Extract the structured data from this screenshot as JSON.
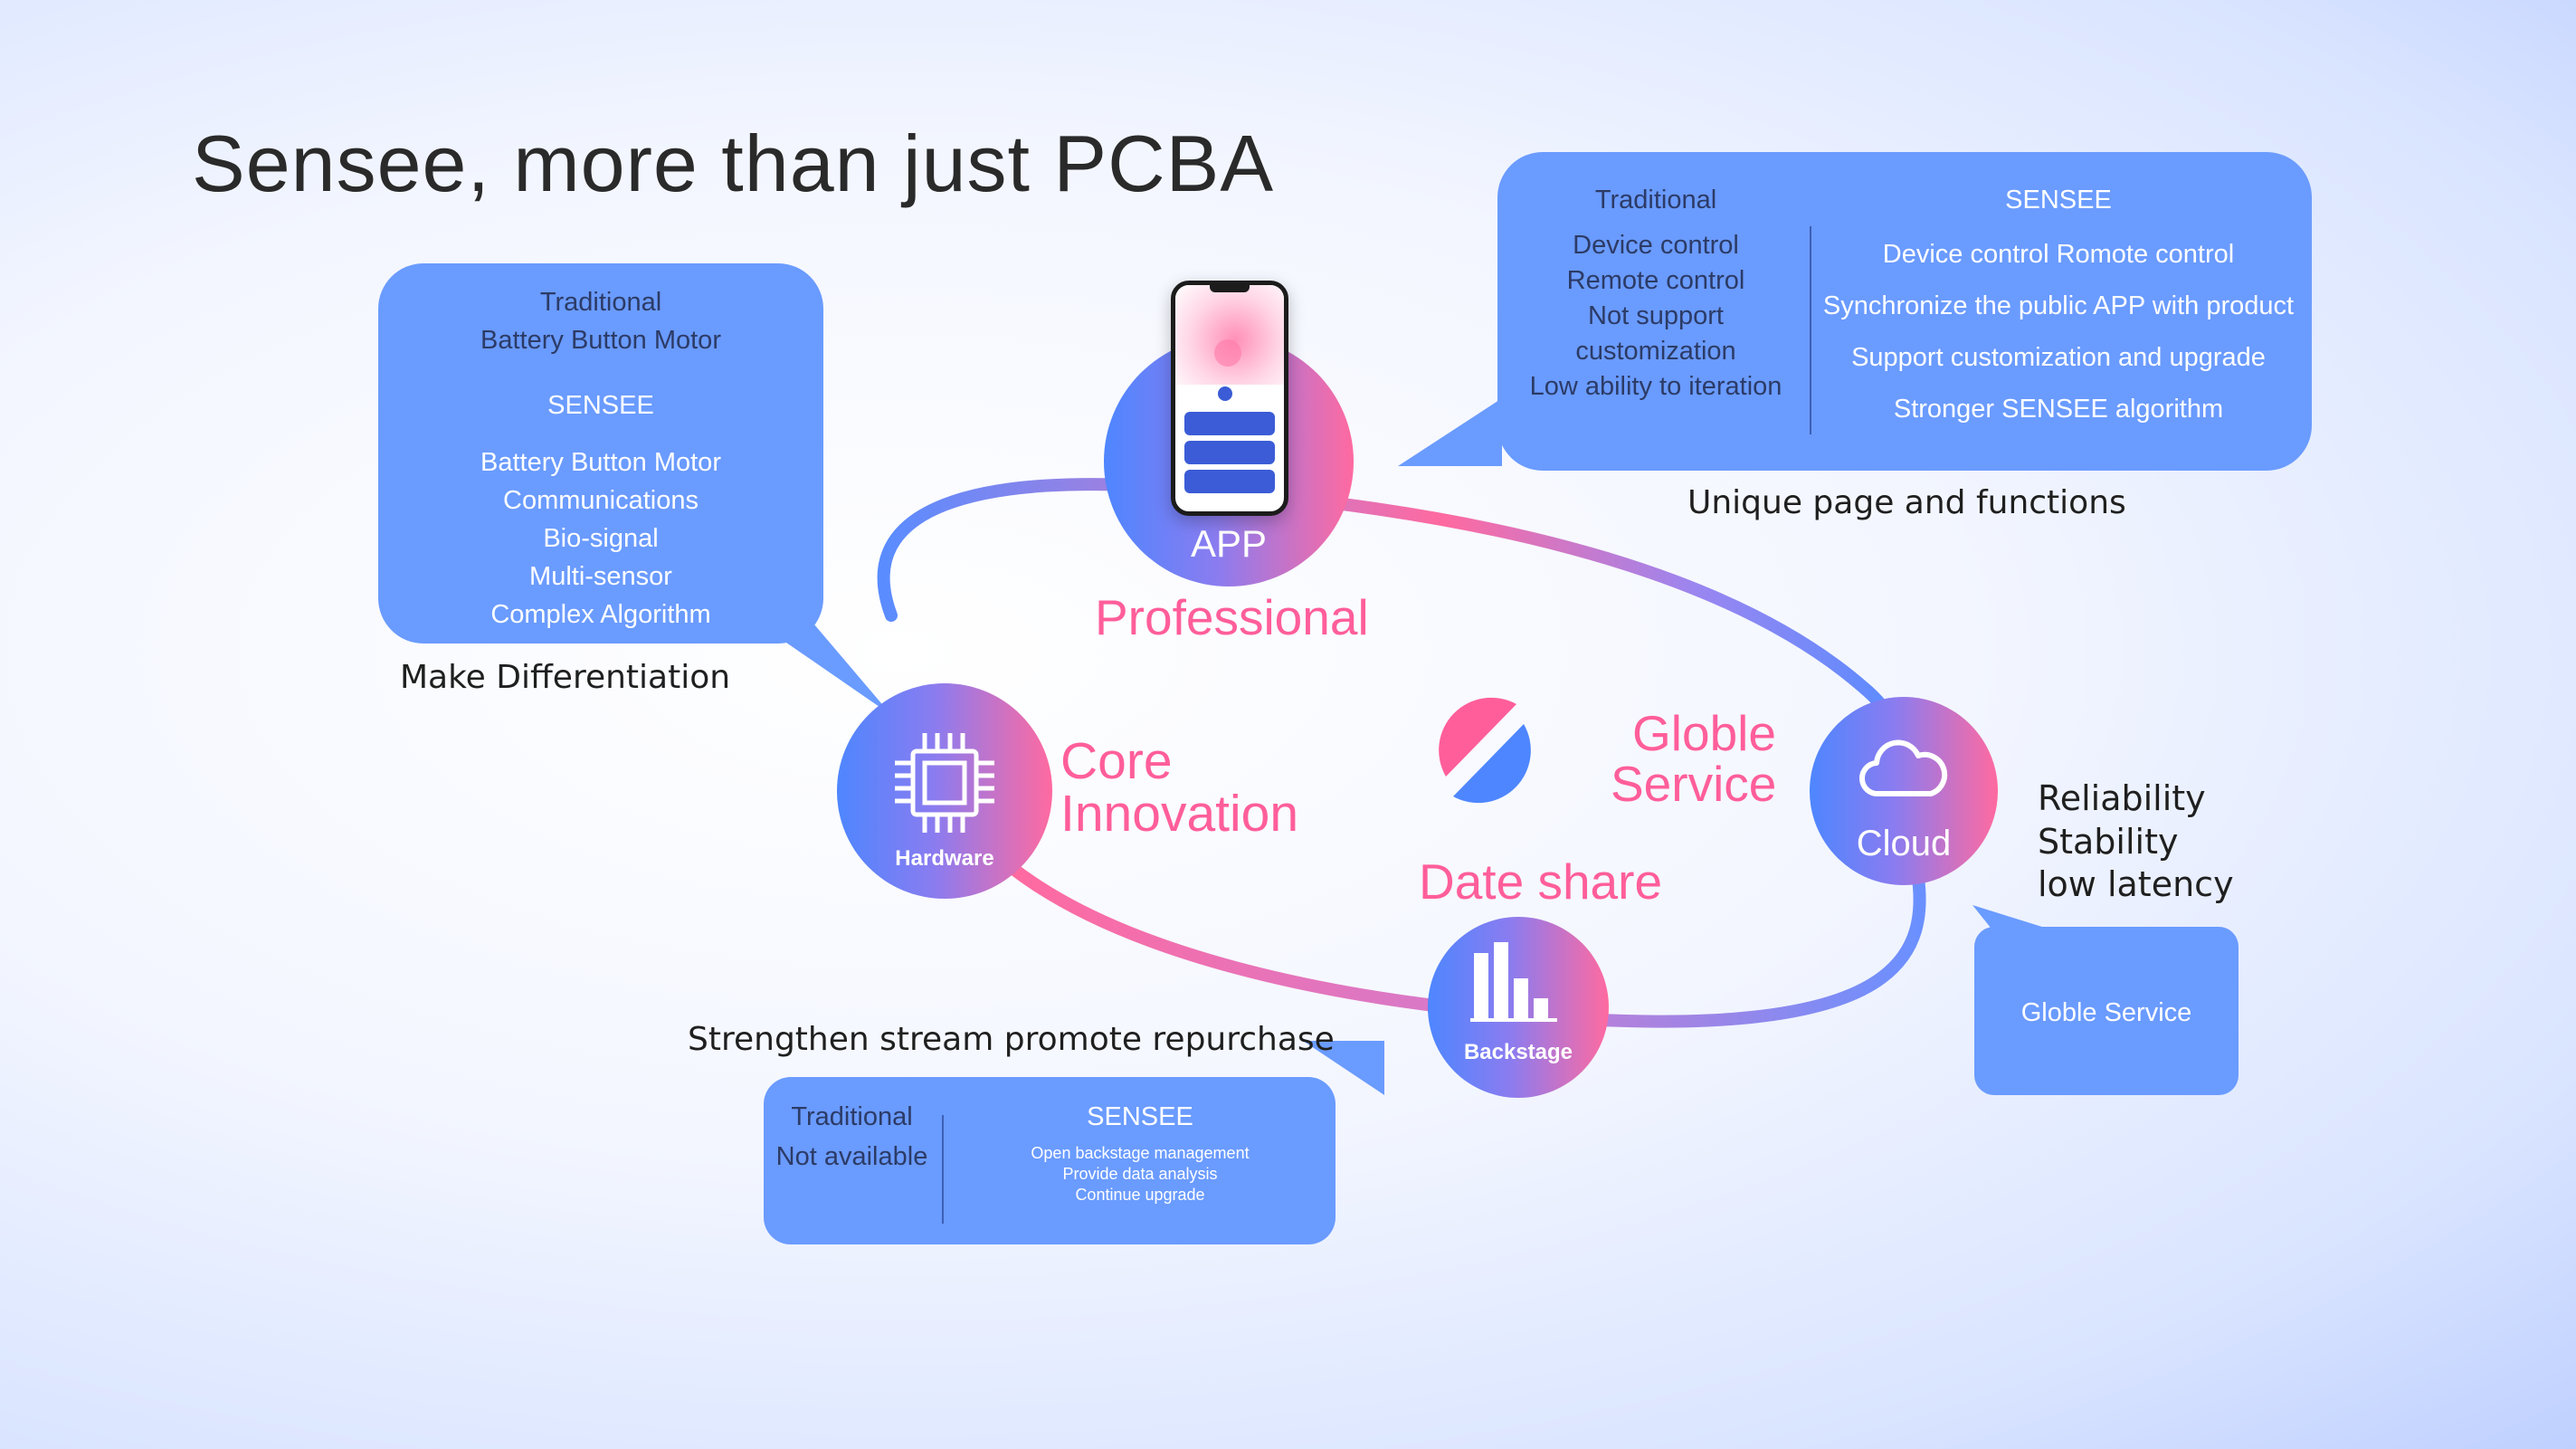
{
  "title": "Sensee, more than just PCBA",
  "left_bubble": {
    "traditional_heading": "Traditional",
    "traditional_items": "Battery  Button Motor",
    "sensee_heading": "SENSEE",
    "sensee_items": [
      "Battery Button Motor",
      "Communications",
      "Bio-signal",
      "Multi-sensor",
      "Complex Algorithm"
    ],
    "caption": "Make Differentiation"
  },
  "top_bubble": {
    "traditional_heading": "Traditional",
    "traditional_items": [
      "Device control",
      "Remote control",
      "Not support",
      "customization",
      "Low ability to iteration"
    ],
    "sensee_heading": "SENSEE",
    "sensee_items": [
      "Device control  Romote control",
      "Synchronize the public APP with product",
      "Support customization and upgrade",
      "Stronger SENSEE algorithm"
    ],
    "caption": "Unique page and functions"
  },
  "bottom_bubble": {
    "caption": "Strengthen stream promote repurchase",
    "traditional_heading": "Traditional",
    "traditional_items": "Not available",
    "sensee_heading": "SENSEE",
    "sensee_items": [
      "Open backstage management",
      "Provide data analysis",
      "Continue upgrade"
    ]
  },
  "right_bubble": {
    "caption_lines": [
      "Reliability",
      "Stability",
      "low latency"
    ],
    "text": "Globle Service"
  },
  "nodes": {
    "app": "APP",
    "hardware": "Hardware",
    "cloud": "Cloud",
    "backstage": "Backstage"
  },
  "labels": {
    "professional": "Professional",
    "core_line1": "Core",
    "core_line2": "Innovation",
    "globle_line1": "Globle",
    "globle_line2": "Service",
    "date_share": "Date share"
  },
  "colors": {
    "bubble": "#6a9bff",
    "accent_pink": "#ff5e9a",
    "accent_blue": "#4e86ff"
  }
}
